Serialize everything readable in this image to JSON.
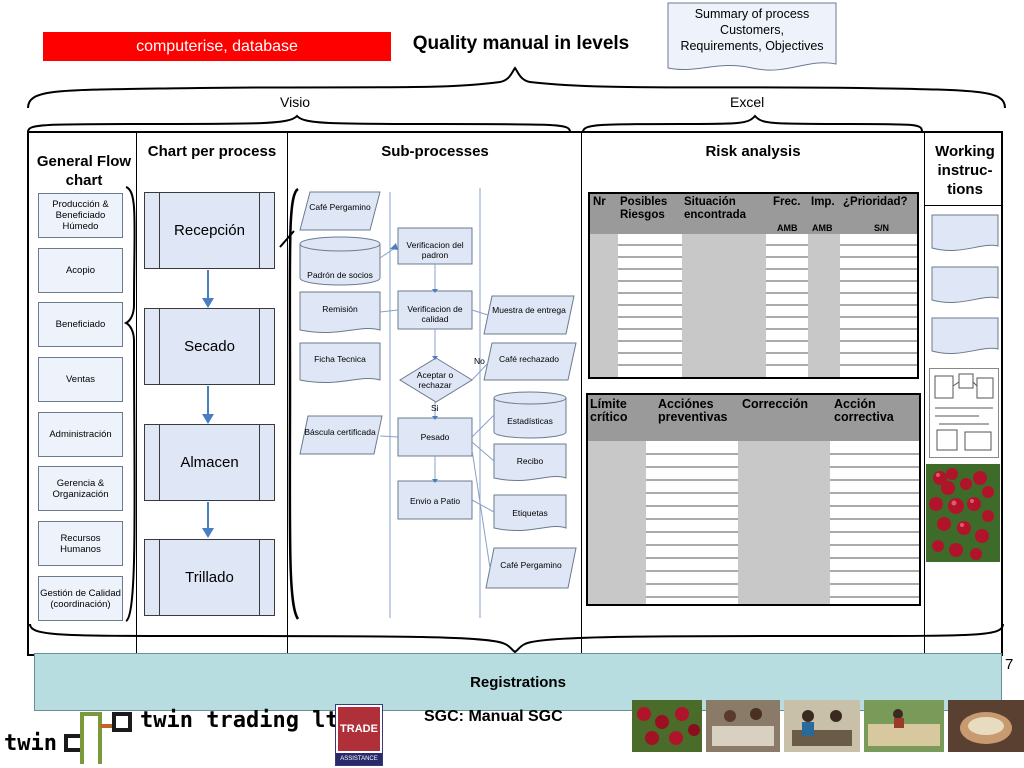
{
  "header": {
    "red_label": "computerise, database",
    "title": "Quality manual in levels",
    "note_lines": [
      "Summary of process",
      "Customers,",
      "Requirements, Objectives"
    ],
    "brace_labels": {
      "visio": "Visio",
      "excel": "Excel"
    }
  },
  "columns": {
    "general_flow": "General Flow chart",
    "chart_per_process": "Chart per process",
    "sub_processes": "Sub-processes",
    "risk_analysis": "Risk analysis",
    "working_instructions": "Working instruc-tions"
  },
  "general_flow_items": [
    "Producción & Beneficiado Húmedo",
    "Acopio",
    "Beneficiado",
    "Ventas",
    "Administración",
    "Gerencia & Organización",
    "Recursos Humanos",
    "Gestión de Calidad (coordinación)"
  ],
  "process_items": [
    "Recepción",
    "Secado",
    "Almacen",
    "Trillado"
  ],
  "sub_processes": {
    "left": [
      "Café Pergamino",
      "Padrón de socios",
      "Remisión",
      "Ficha Tecnica",
      "Báscula certificada"
    ],
    "middle": [
      "Verificacion del padron",
      "Verificacion de calidad",
      "Aceptar o rechazar",
      "Pesado",
      "Envio a Patio"
    ],
    "right": [
      "Muestra de entrega",
      "Café rechazado",
      "Estadísticas",
      "Recibo",
      "Etiquetas",
      "Café Pergamino"
    ],
    "labels": {
      "no": "No",
      "si": "Si"
    }
  },
  "risk_table_1": {
    "headers": [
      "Nr",
      "Posibles Riesgos",
      "Situación encontrada",
      "Frec.",
      "Imp.",
      "¿Prioridad?"
    ],
    "subheaders": [
      "AMB",
      "AMB",
      "S/N"
    ]
  },
  "risk_table_2": {
    "headers": [
      "Límite crítico",
      "Acciónes preventivas",
      "Corrección",
      "Acción correctiva"
    ]
  },
  "registrations": "Registrations",
  "footer": {
    "page_number": "7",
    "company": "twin trading ltd",
    "twin": "twin",
    "center_text": "SGC: Manual SGC",
    "trade_logo": "TRADE",
    "assistance": "ASSISTANCE"
  }
}
